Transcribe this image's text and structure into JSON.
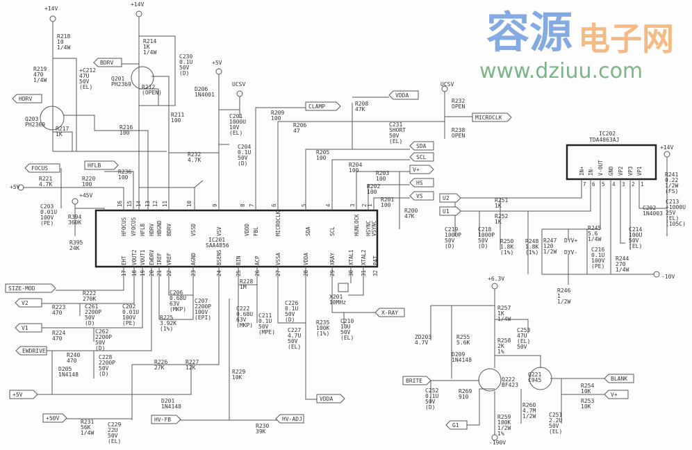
{
  "title": "SAA4856 / TDA4863AJ deflection schematic",
  "watermark": {
    "cn_blue": "容源",
    "cn_orange": "电子网",
    "url": "www.dziuu.com"
  },
  "ic201": {
    "ref": "IC201",
    "part": "SAA4856",
    "top_pins": [
      {
        "n": "16",
        "name": "HFOCUS"
      },
      {
        "n": "15",
        "name": "VFOCUS"
      },
      {
        "n": "14",
        "name": "HFLB"
      },
      {
        "n": "13",
        "name": "HDRV"
      },
      {
        "n": "12",
        "name": "HBGND"
      },
      {
        "n": "11",
        "name": "BDRV"
      },
      {
        "n": "10",
        "name": "VSSD"
      },
      {
        "n": "9",
        "name": "VSV"
      },
      {
        "n": "8",
        "name": "VDDD"
      },
      {
        "n": "7",
        "name": "FBL"
      },
      {
        "n": "6",
        "name": "MICROCLK"
      },
      {
        "n": "5",
        "name": "SDA"
      },
      {
        "n": "4",
        "name": "SCL"
      },
      {
        "n": "3",
        "name": "HUNLOCK"
      },
      {
        "n": "2",
        "name": "HSYNC"
      },
      {
        "n": "1",
        "name": "VSYNC"
      }
    ],
    "bottom_pins": [
      {
        "n": "17",
        "name": "EHT"
      },
      {
        "n": "18",
        "name": "VOUT2"
      },
      {
        "n": "19",
        "name": "VOUT1"
      },
      {
        "n": "20",
        "name": "EWDRV"
      },
      {
        "n": "21",
        "name": "IREF"
      },
      {
        "n": "22",
        "name": "VREF"
      },
      {
        "n": "23",
        "name": "AGND"
      },
      {
        "n": "24",
        "name": "BSENS"
      },
      {
        "n": "25",
        "name": "BIN"
      },
      {
        "n": "26",
        "name": "ACP"
      },
      {
        "n": "27",
        "name": "VSSA"
      },
      {
        "n": "28",
        "name": "VDDA"
      },
      {
        "n": "29",
        "name": "XRAY"
      },
      {
        "n": "30",
        "name": "XTAL1"
      },
      {
        "n": "31",
        "name": "XTAL2"
      },
      {
        "n": "32",
        "name": "PAT"
      }
    ]
  },
  "ic202": {
    "ref": "IC202",
    "part": "TDA4863AJ",
    "pins": [
      {
        "n": "7",
        "name": "IN+"
      },
      {
        "n": "6",
        "name": "IN-"
      },
      {
        "n": "5",
        "name": "V-OUT"
      },
      {
        "n": "4",
        "name": "GND"
      },
      {
        "n": "3",
        "name": "VP2"
      },
      {
        "n": "2",
        "name": "VP3"
      },
      {
        "n": "1",
        "name": "VP1"
      }
    ]
  },
  "flags": [
    {
      "id": "hdrv",
      "text": "HDRV"
    },
    {
      "id": "bdrv",
      "text": "BDRV"
    },
    {
      "id": "focus",
      "text": "FOCUS"
    },
    {
      "id": "hflb",
      "text": "HFLB"
    },
    {
      "id": "clamp",
      "text": "CLAMP"
    },
    {
      "id": "vdda1",
      "text": "VDDA"
    },
    {
      "id": "microclk",
      "text": "MICROCLK"
    },
    {
      "id": "sda",
      "text": "SDA"
    },
    {
      "id": "scl",
      "text": "SCL"
    },
    {
      "id": "vplus1",
      "text": "V+"
    },
    {
      "id": "hs",
      "text": "HS"
    },
    {
      "id": "vs",
      "text": "VS"
    },
    {
      "id": "u2",
      "text": "U2"
    },
    {
      "id": "u1",
      "text": "U1"
    },
    {
      "id": "sizemod",
      "text": "SIZE-MOD"
    },
    {
      "id": "v2",
      "text": "V2"
    },
    {
      "id": "v1",
      "text": "V1"
    },
    {
      "id": "ewdrive",
      "text": "EWDRIVE"
    },
    {
      "id": "p5v",
      "text": "+5V"
    },
    {
      "id": "p50v",
      "text": "+50V"
    },
    {
      "id": "hvfb",
      "text": "HV-FB"
    },
    {
      "id": "hvadj",
      "text": "HV-ADJ"
    },
    {
      "id": "vdda2",
      "text": "VDDA"
    },
    {
      "id": "xray",
      "text": "X-RAY"
    },
    {
      "id": "brite",
      "text": "BRITE"
    },
    {
      "id": "g1",
      "text": "G1"
    },
    {
      "id": "blank",
      "text": "BLANK"
    },
    {
      "id": "vplus2",
      "text": "V+"
    }
  ],
  "rails": [
    {
      "id": "r14a",
      "text": "+14V"
    },
    {
      "id": "r14b",
      "text": "+14V"
    },
    {
      "id": "r5a",
      "text": "+5V"
    },
    {
      "id": "ucsv1",
      "text": "UCSV"
    },
    {
      "id": "ucsv2",
      "text": "UCSV"
    },
    {
      "id": "r5b",
      "text": "+5V"
    },
    {
      "id": "r45",
      "text": "+45V"
    },
    {
      "id": "r14c",
      "text": "+14V"
    },
    {
      "id": "m10",
      "text": "-10V"
    },
    {
      "id": "r63",
      "text": "+6.3V"
    },
    {
      "id": "m190",
      "text": "-190V"
    }
  ],
  "components": [
    {
      "id": "R218",
      "lines": [
        "R218",
        "10",
        "1/4W"
      ]
    },
    {
      "id": "R219",
      "lines": [
        "R219",
        "470",
        "1/4W"
      ]
    },
    {
      "id": "C212",
      "lines": [
        "+C212",
        "47U",
        "50V",
        "(EL)"
      ]
    },
    {
      "id": "Q203",
      "lines": [
        "Q203",
        "PH2369"
      ]
    },
    {
      "id": "R217",
      "lines": [
        "R217",
        "1K"
      ]
    },
    {
      "id": "R216",
      "lines": [
        "R216",
        "100"
      ]
    },
    {
      "id": "R214",
      "lines": [
        "R214",
        "1K",
        "1/4W"
      ]
    },
    {
      "id": "Q201",
      "lines": [
        "Q201",
        "PH2369"
      ]
    },
    {
      "id": "R212",
      "lines": [
        "R212",
        "(OPEN)"
      ]
    },
    {
      "id": "C230",
      "lines": [
        "C230",
        "0.1U",
        "50V",
        "(D)"
      ]
    },
    {
      "id": "R211",
      "lines": [
        "R211",
        "100"
      ]
    },
    {
      "id": "R232a",
      "lines": [
        "R232",
        "4.7K"
      ]
    },
    {
      "id": "D206",
      "lines": [
        "D206",
        "1N4001"
      ]
    },
    {
      "id": "C201",
      "lines": [
        "C201",
        "1000U",
        "10V",
        "(EL)"
      ]
    },
    {
      "id": "C204",
      "lines": [
        "C204",
        "0.1U",
        "50V",
        "(D)"
      ]
    },
    {
      "id": "R209",
      "lines": [
        "R209",
        "100"
      ]
    },
    {
      "id": "R206",
      "lines": [
        "R206",
        "47"
      ]
    },
    {
      "id": "R208",
      "lines": [
        "R208",
        "47K"
      ]
    },
    {
      "id": "C231",
      "lines": [
        "C231",
        "SHORT",
        "50V",
        "(EL)"
      ]
    },
    {
      "id": "R232b",
      "lines": [
        "R232",
        "OPEN"
      ]
    },
    {
      "id": "R238",
      "lines": [
        "R238",
        "OPEN"
      ]
    },
    {
      "id": "R205",
      "lines": [
        "R205",
        "100"
      ]
    },
    {
      "id": "R204",
      "lines": [
        "R204",
        "100"
      ]
    },
    {
      "id": "R203",
      "lines": [
        "R203",
        "100"
      ]
    },
    {
      "id": "R202",
      "lines": [
        "R202",
        "100"
      ]
    },
    {
      "id": "R201",
      "lines": [
        "R201",
        "100"
      ]
    },
    {
      "id": "R200",
      "lines": [
        "R200",
        "47K"
      ]
    },
    {
      "id": "R236",
      "lines": [
        "R236",
        "100"
      ]
    },
    {
      "id": "R221",
      "lines": [
        "R221",
        "4.7K"
      ]
    },
    {
      "id": "R220",
      "lines": [
        "R220",
        "100"
      ]
    },
    {
      "id": "C203",
      "lines": [
        "C203",
        "0.01U",
        "100V",
        "(PE)"
      ]
    },
    {
      "id": "R394",
      "lines": [
        "R394",
        "360K"
      ]
    },
    {
      "id": "R395",
      "lines": [
        "R395",
        "24K"
      ]
    },
    {
      "id": "R222",
      "lines": [
        "R222",
        "270K"
      ]
    },
    {
      "id": "R223",
      "lines": [
        "R223",
        "470"
      ]
    },
    {
      "id": "C261",
      "lines": [
        "C261",
        "2200P",
        "50V",
        "(D)"
      ]
    },
    {
      "id": "C202a",
      "lines": [
        "C202",
        "0.01U",
        "100V",
        "(PE)"
      ]
    },
    {
      "id": "R224",
      "lines": [
        "R224",
        "470"
      ]
    },
    {
      "id": "C262",
      "lines": [
        "C262",
        "2200P",
        "50V",
        "(D)"
      ]
    },
    {
      "id": "R240",
      "lines": [
        "R240",
        "470"
      ]
    },
    {
      "id": "C228",
      "lines": [
        "C228",
        "2200P",
        "50V",
        "(D)"
      ]
    },
    {
      "id": "D205",
      "lines": [
        "D205",
        "1N4148"
      ]
    },
    {
      "id": "D201",
      "lines": [
        "D201",
        "1N4148"
      ]
    },
    {
      "id": "R226",
      "lines": [
        "R226",
        "27K"
      ]
    },
    {
      "id": "R227",
      "lines": [
        "R227",
        "12K"
      ]
    },
    {
      "id": "R231",
      "lines": [
        "R231",
        "56K",
        "1/4W"
      ]
    },
    {
      "id": "C229",
      "lines": [
        "C229",
        "22U",
        "50V",
        "(EL)"
      ]
    },
    {
      "id": "C206",
      "lines": [
        "C206",
        "0.68U",
        "63V",
        "(MKP)"
      ]
    },
    {
      "id": "C207",
      "lines": [
        "C207",
        "2200P",
        "100V",
        "(EPI)"
      ]
    },
    {
      "id": "R225",
      "lines": [
        "R225",
        "3.92K",
        "(1%)"
      ]
    },
    {
      "id": "R228",
      "lines": [
        "R228",
        "1M"
      ]
    },
    {
      "id": "C222",
      "lines": [
        "C222",
        "0.68U",
        "63V",
        "(MKP)"
      ]
    },
    {
      "id": "C211",
      "lines": [
        "C211",
        "0.1U",
        "50V",
        "(MPE)"
      ]
    },
    {
      "id": "R229",
      "lines": [
        "R229",
        "10K"
      ]
    },
    {
      "id": "R230",
      "lines": [
        "R230",
        "39K"
      ]
    },
    {
      "id": "C226",
      "lines": [
        "C226",
        "0.1U",
        "50V",
        "(D)"
      ]
    },
    {
      "id": "C227",
      "lines": [
        "C227",
        "4.7U",
        "50V",
        "(EL)"
      ]
    },
    {
      "id": "R235",
      "lines": [
        "R235",
        "100K",
        "(1%)"
      ]
    },
    {
      "id": "C210",
      "lines": [
        "C210",
        "10U",
        "50V",
        "(EL)"
      ]
    },
    {
      "id": "X201",
      "lines": [
        "X201",
        "10MHz"
      ]
    },
    {
      "id": "R251",
      "lines": [
        "R251",
        "1K"
      ]
    },
    {
      "id": "R252",
      "lines": [
        "R252",
        "1K"
      ]
    },
    {
      "id": "C219",
      "lines": [
        "C219",
        "1000P",
        "50V",
        "(D)"
      ]
    },
    {
      "id": "C218",
      "lines": [
        "C218",
        "1000P",
        "50V",
        "(D)"
      ]
    },
    {
      "id": "R250",
      "lines": [
        "R250",
        "1.8K",
        "(1%)"
      ]
    },
    {
      "id": "R248",
      "lines": [
        "R248",
        "1.8K",
        "(1%)"
      ]
    },
    {
      "id": "R247",
      "lines": [
        "R247",
        "120",
        "1/2W"
      ]
    },
    {
      "id": "DYVP",
      "lines": [
        "DYV+"
      ]
    },
    {
      "id": "DYVM",
      "lines": [
        "DYV-"
      ]
    },
    {
      "id": "R245",
      "lines": [
        "R245",
        "5.6",
        "1/4W"
      ]
    },
    {
      "id": "C216",
      "lines": [
        "C216",
        "0.1U",
        "100V",
        "(PE)"
      ]
    },
    {
      "id": "C214",
      "lines": [
        "C214",
        "100U",
        "50V",
        "(EL)"
      ]
    },
    {
      "id": "R244",
      "lines": [
        "R244",
        "270",
        "1/4W"
      ]
    },
    {
      "id": "R241",
      "lines": [
        "R241",
        "0.22",
        "1/2W",
        "(FS)"
      ]
    },
    {
      "id": "C202b",
      "lines": [
        "C202",
        "1N4003"
      ]
    },
    {
      "id": "C213",
      "lines": [
        "C213",
        "+1000U",
        "25V",
        "(EL)",
        "(105C)"
      ]
    },
    {
      "id": "R246",
      "lines": [
        "R246",
        "1",
        "1/2W"
      ]
    },
    {
      "id": "R257",
      "lines": [
        "R257",
        "1K",
        "1/4W"
      ]
    },
    {
      "id": "C253",
      "lines": [
        "C253",
        "47U",
        "(EL)",
        "50V"
      ]
    },
    {
      "id": "ZD203",
      "lines": [
        "ZD203",
        "4.7V"
      ]
    },
    {
      "id": "R255",
      "lines": [
        "R255",
        "5.6K"
      ]
    },
    {
      "id": "D209",
      "lines": [
        "D209",
        "1N4148"
      ]
    },
    {
      "id": "R258",
      "lines": [
        "R258",
        "2K",
        "1%"
      ]
    },
    {
      "id": "C252",
      "lines": [
        "C252",
        "0.1U",
        "50V",
        "(D)"
      ]
    },
    {
      "id": "R269",
      "lines": [
        "R269",
        "910"
      ]
    },
    {
      "id": "Q222",
      "lines": [
        "Q222",
        "BF423"
      ]
    },
    {
      "id": "Q221",
      "lines": [
        "Q221",
        "C945"
      ]
    },
    {
      "id": "R254",
      "lines": [
        "R254",
        "10K"
      ]
    },
    {
      "id": "R253",
      "lines": [
        "R253",
        "10K"
      ]
    },
    {
      "id": "R260",
      "lines": [
        "R260",
        "4.7M",
        "1/2W"
      ]
    },
    {
      "id": "R259",
      "lines": [
        "R259",
        "100K",
        "1/2W",
        "1%"
      ]
    },
    {
      "id": "C251",
      "lines": [
        "C251",
        "2.2U",
        "50V",
        "(EL)"
      ]
    }
  ]
}
